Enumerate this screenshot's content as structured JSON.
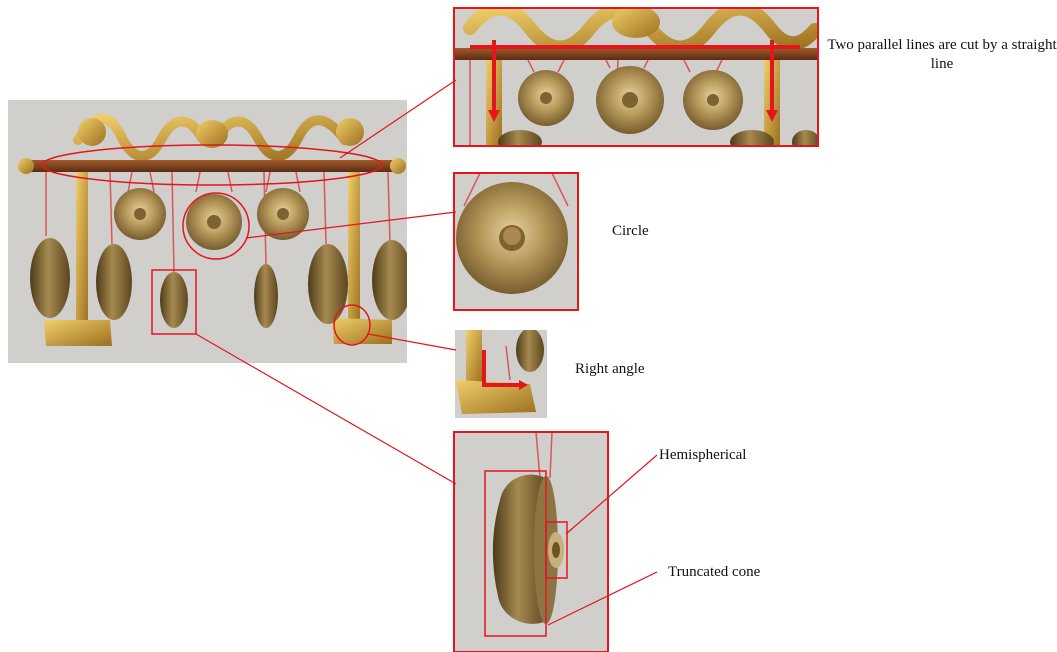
{
  "annotations": {
    "parallel": "Two parallel lines are cut by a straight line",
    "circle": "Circle",
    "right_angle": "Right angle",
    "hemispherical": "Hemispherical",
    "truncated_cone": "Truncated cone"
  },
  "colors": {
    "highlight": "#e3161c",
    "photo_background": "#d0cfcc",
    "bronze": "#a8894f",
    "gold": "#c9a03c",
    "wood": "#7a3f1d",
    "cord": "#d9555a"
  },
  "figure": {
    "subject": "Gong set on a gilded wooden frame with dragon carvings",
    "insets": [
      "parallel-lines-inset",
      "circle-inset",
      "right-angle-inset",
      "gong-side-inset"
    ]
  }
}
